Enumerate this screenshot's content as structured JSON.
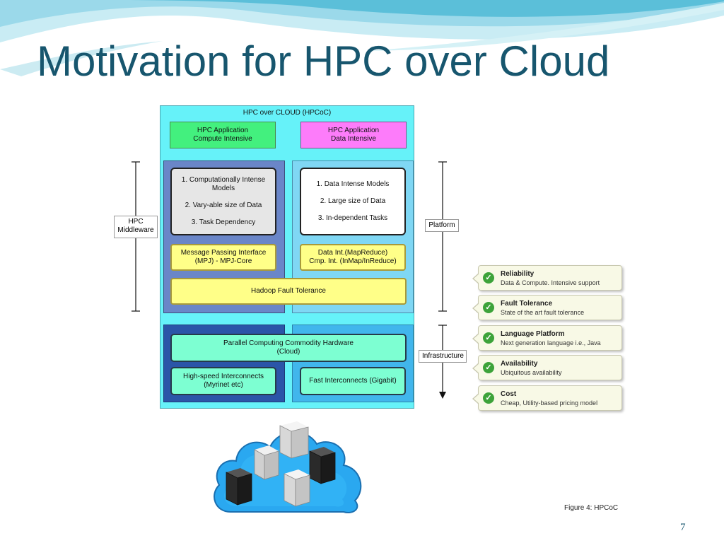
{
  "slide": {
    "title": "Motivation for HPC over Cloud",
    "page_number": "7"
  },
  "diagram": {
    "header": "HPC over CLOUD (HPCoC)",
    "app_compute": [
      "HPC Application",
      "Compute Intensive"
    ],
    "app_data": [
      "HPC Application",
      "Data Intensive"
    ],
    "compute_list": [
      "1. Computationally Intense",
      "Models",
      "2. Vary-able size of Data",
      "3. Task Dependency"
    ],
    "data_list": [
      "1. Data Intense Models",
      "2. Large size of Data",
      "3.  In-dependent Tasks"
    ],
    "mpi": [
      "Message Passing Interface",
      "(MPJ) - MPJ-Core"
    ],
    "mapreduce": [
      "Data Int.(MapReduce)",
      "Cmp. Int. (InMap/InReduce)"
    ],
    "hadoop": "Hadoop Fault Tolerance",
    "hardware": [
      "Parallel Computing Commodity Hardware",
      "(Cloud)"
    ],
    "interconnect_fast": [
      "High-speed Interconnects",
      "(Myrinet etc)"
    ],
    "interconnect_gigabit": "Fast Interconnects (Gigabit)",
    "label_middleware": [
      "HPC",
      "Middleware"
    ],
    "label_platform": "Platform",
    "label_infrastructure": "Infrastructure",
    "caption": "Figure 4: HPCoC"
  },
  "features": [
    {
      "title": "Reliability",
      "desc": "Data & Compute. Intensive support"
    },
    {
      "title": "Fault Tolerance",
      "desc": "State of the art fault tolerance"
    },
    {
      "title": "Language Platform",
      "desc": "Next generation language i.e., Java"
    },
    {
      "title": "Availability",
      "desc": "Ubiquitous availability"
    },
    {
      "title": "Cost",
      "desc": "Cheap, Utility-based pricing model"
    }
  ],
  "colors": {
    "title": "#17566e",
    "diagram_bg": "#66f2f9",
    "compute_panel": "#6a86c8",
    "data_panel": "#7fd7f4",
    "check": "#3da33a"
  }
}
